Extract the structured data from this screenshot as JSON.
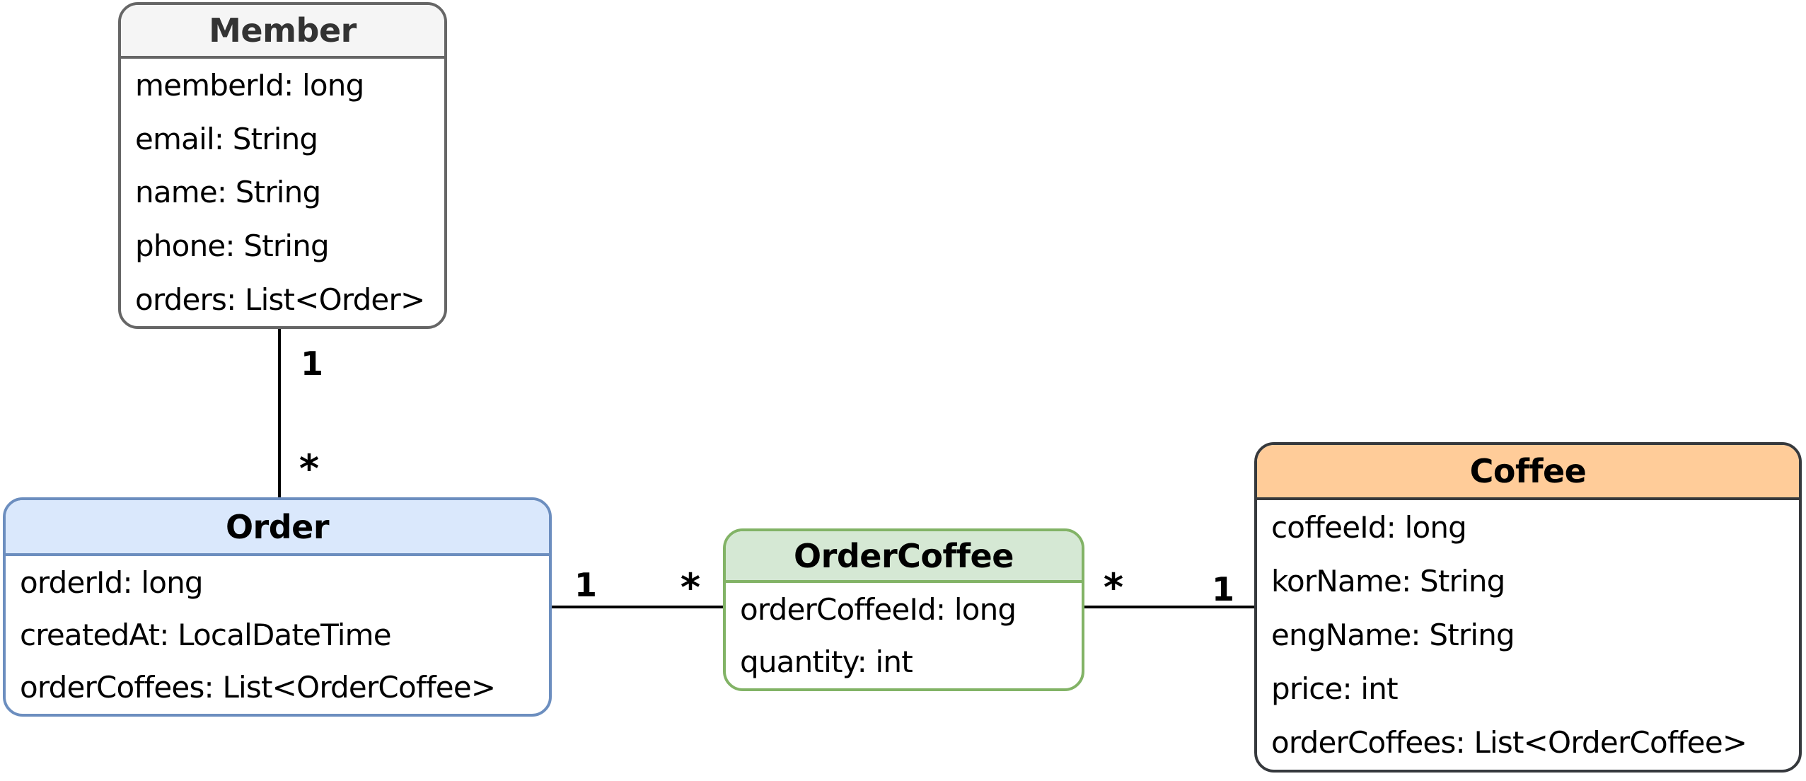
{
  "diagram": {
    "background": "#ffffff",
    "line_color": "#000000",
    "entities": [
      {
        "name": "Member",
        "attributes": [
          "memberId: long",
          "email: String",
          "name: String",
          "phone: String",
          "orders: List<Order>"
        ],
        "header_fill": "#f5f5f5",
        "border_color": "#666666",
        "title_color": "#333333"
      },
      {
        "name": "Order",
        "attributes": [
          "orderId: long",
          "createdAt: LocalDateTime",
          "orderCoffees: List<OrderCoffee>"
        ],
        "header_fill": "#dae8fc",
        "border_color": "#6c8ebf",
        "title_color": "#000000"
      },
      {
        "name": "OrderCoffee",
        "attributes": [
          "orderCoffeeId: long",
          "quantity: int"
        ],
        "header_fill": "#d5e8d4",
        "border_color": "#82b366",
        "title_color": "#000000"
      },
      {
        "name": "Coffee",
        "attributes": [
          "coffeeId: long",
          "korName: String",
          "engName: String",
          "price: int",
          "orderCoffees: List<OrderCoffee>"
        ],
        "header_fill": "#ffcc99",
        "border_color": "#36393d",
        "title_color": "#000000"
      }
    ],
    "relationships": [
      {
        "from": "Member",
        "to": "Order",
        "from_label": "1",
        "to_label": "*"
      },
      {
        "from": "Order",
        "to": "OrderCoffee",
        "from_label": "1",
        "to_label": "*"
      },
      {
        "from": "OrderCoffee",
        "to": "Coffee",
        "from_label": "*",
        "to_label": "1"
      }
    ]
  }
}
